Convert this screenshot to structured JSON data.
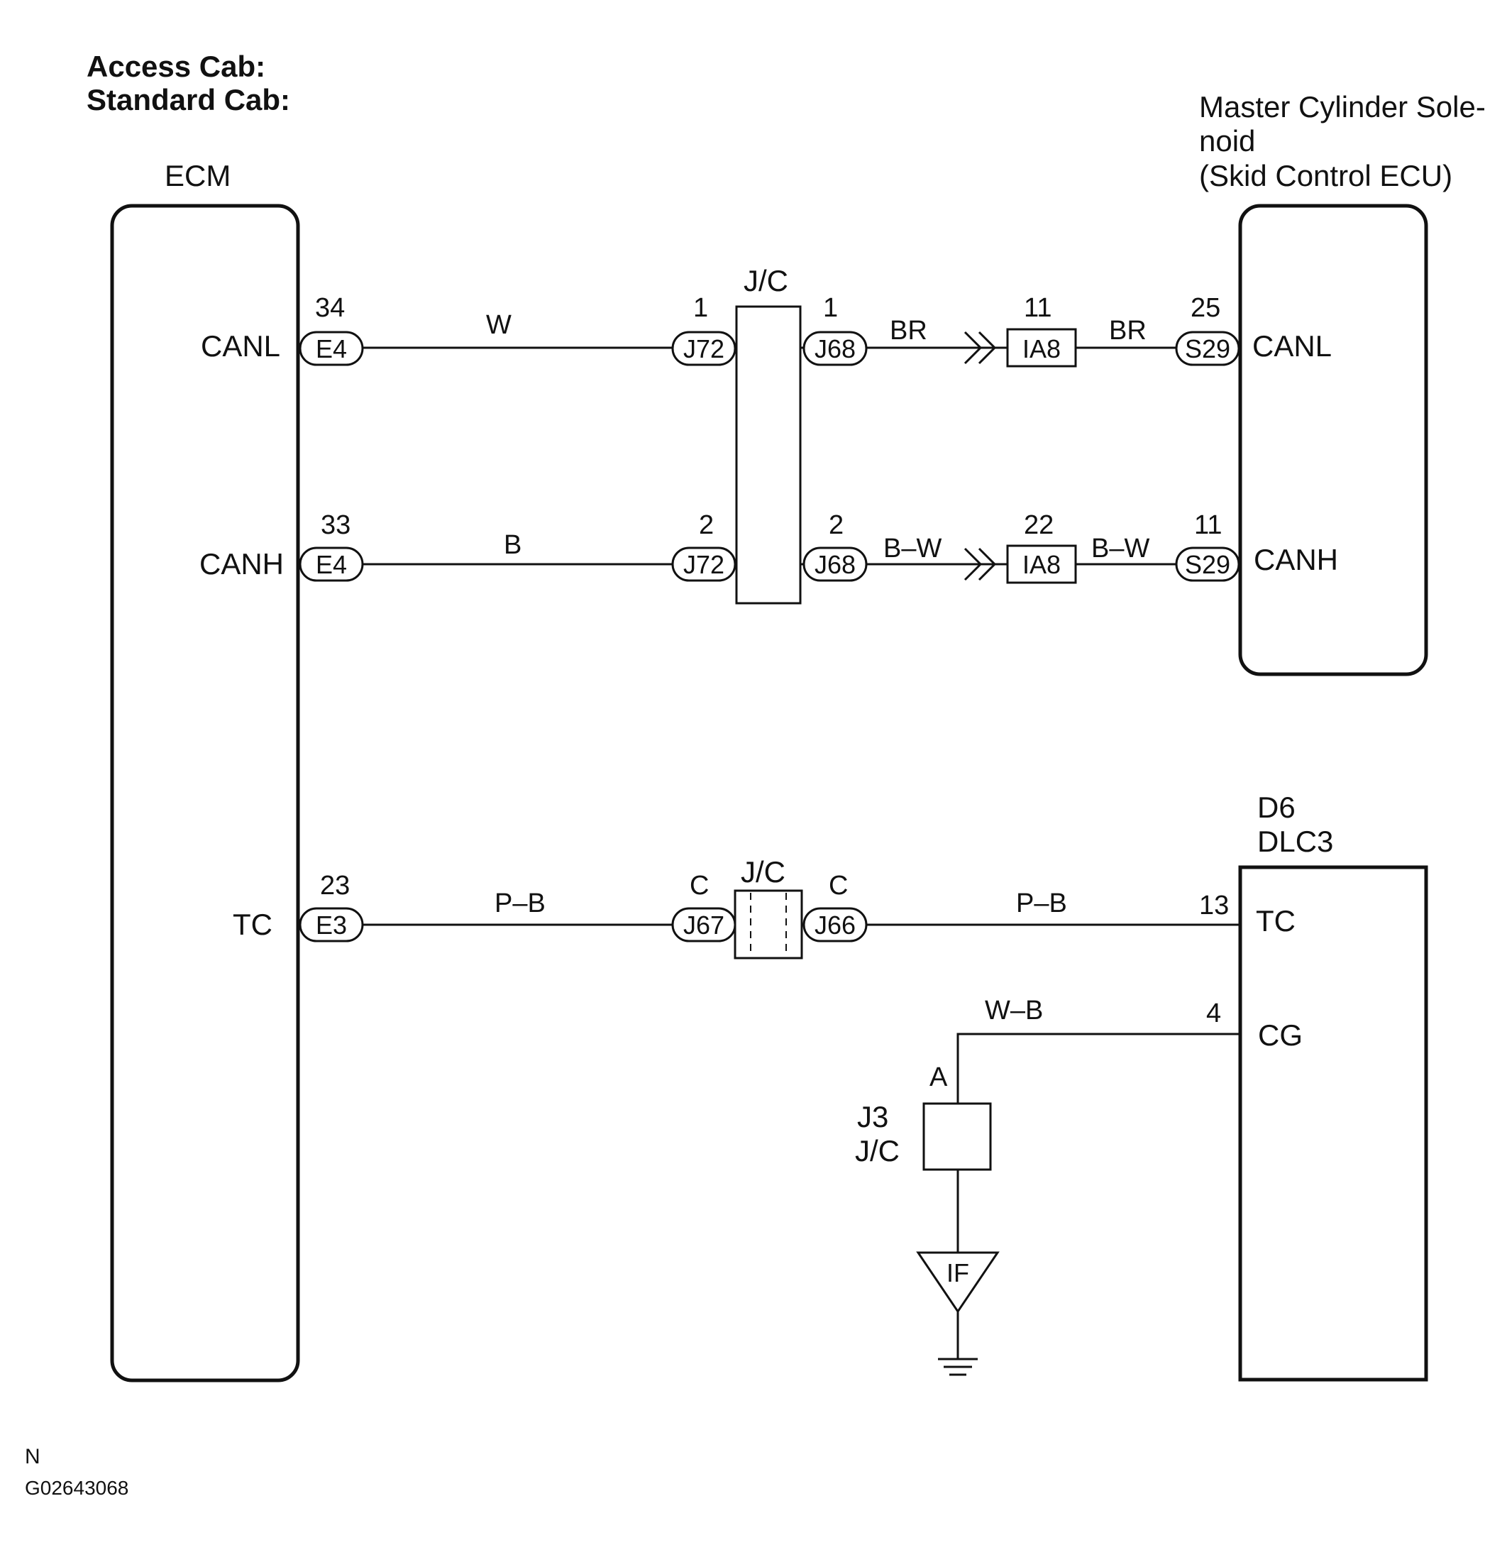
{
  "header": {
    "line1": "Access Cab:",
    "line2": "Standard Cab:"
  },
  "ecm": {
    "title": "ECM"
  },
  "skid": {
    "title1": "Master Cylinder Sole-",
    "title2": "noid",
    "title3": "(Skid Control ECU)"
  },
  "dlc3": {
    "code": "D6",
    "title": "DLC3"
  },
  "signals": {
    "ecm_canl": "CANL",
    "ecm_canh": "CANH",
    "ecm_tc": "TC",
    "skid_canl": "CANL",
    "skid_canh": "CANH",
    "dlc_tc": "TC",
    "dlc_cg": "CG"
  },
  "pins": {
    "ecm_canl": "34",
    "ecm_canh": "33",
    "ecm_tc": "23",
    "j72_canl": "1",
    "j68_canl": "1",
    "j72_canh": "2",
    "j68_canh": "2",
    "ia8_canl": "11",
    "ia8_canh": "22",
    "s29_canl": "25",
    "s29_canh": "11",
    "j67": "C",
    "j66": "C",
    "dlc_tc": "13",
    "dlc_cg": "4",
    "j3": "A"
  },
  "connectors": {
    "e4_canl": "E4",
    "e4_canh": "E4",
    "e3": "E3",
    "j72_canl": "J72",
    "j72_canh": "J72",
    "j68_canl": "J68",
    "j68_canh": "J68",
    "ia8_canl": "IA8",
    "ia8_canh": "IA8",
    "s29_canl": "S29",
    "s29_canh": "S29",
    "j67": "J67",
    "j66": "J66"
  },
  "wires": {
    "canl_ecm": "W",
    "canl_skid1": "BR",
    "canl_skid2": "BR",
    "canh_ecm": "B",
    "canh_skid1": "B–W",
    "canh_skid2": "B–W",
    "tc_ecm": "P–B",
    "tc_dlc": "P–B",
    "cg": "W–B"
  },
  "jc": {
    "top": "J/C",
    "mid": "J/C",
    "j3": "J3",
    "j3_jc": "J/C"
  },
  "ground": {
    "label": "IF"
  },
  "footer": {
    "n": "N",
    "code": "G02643068"
  }
}
